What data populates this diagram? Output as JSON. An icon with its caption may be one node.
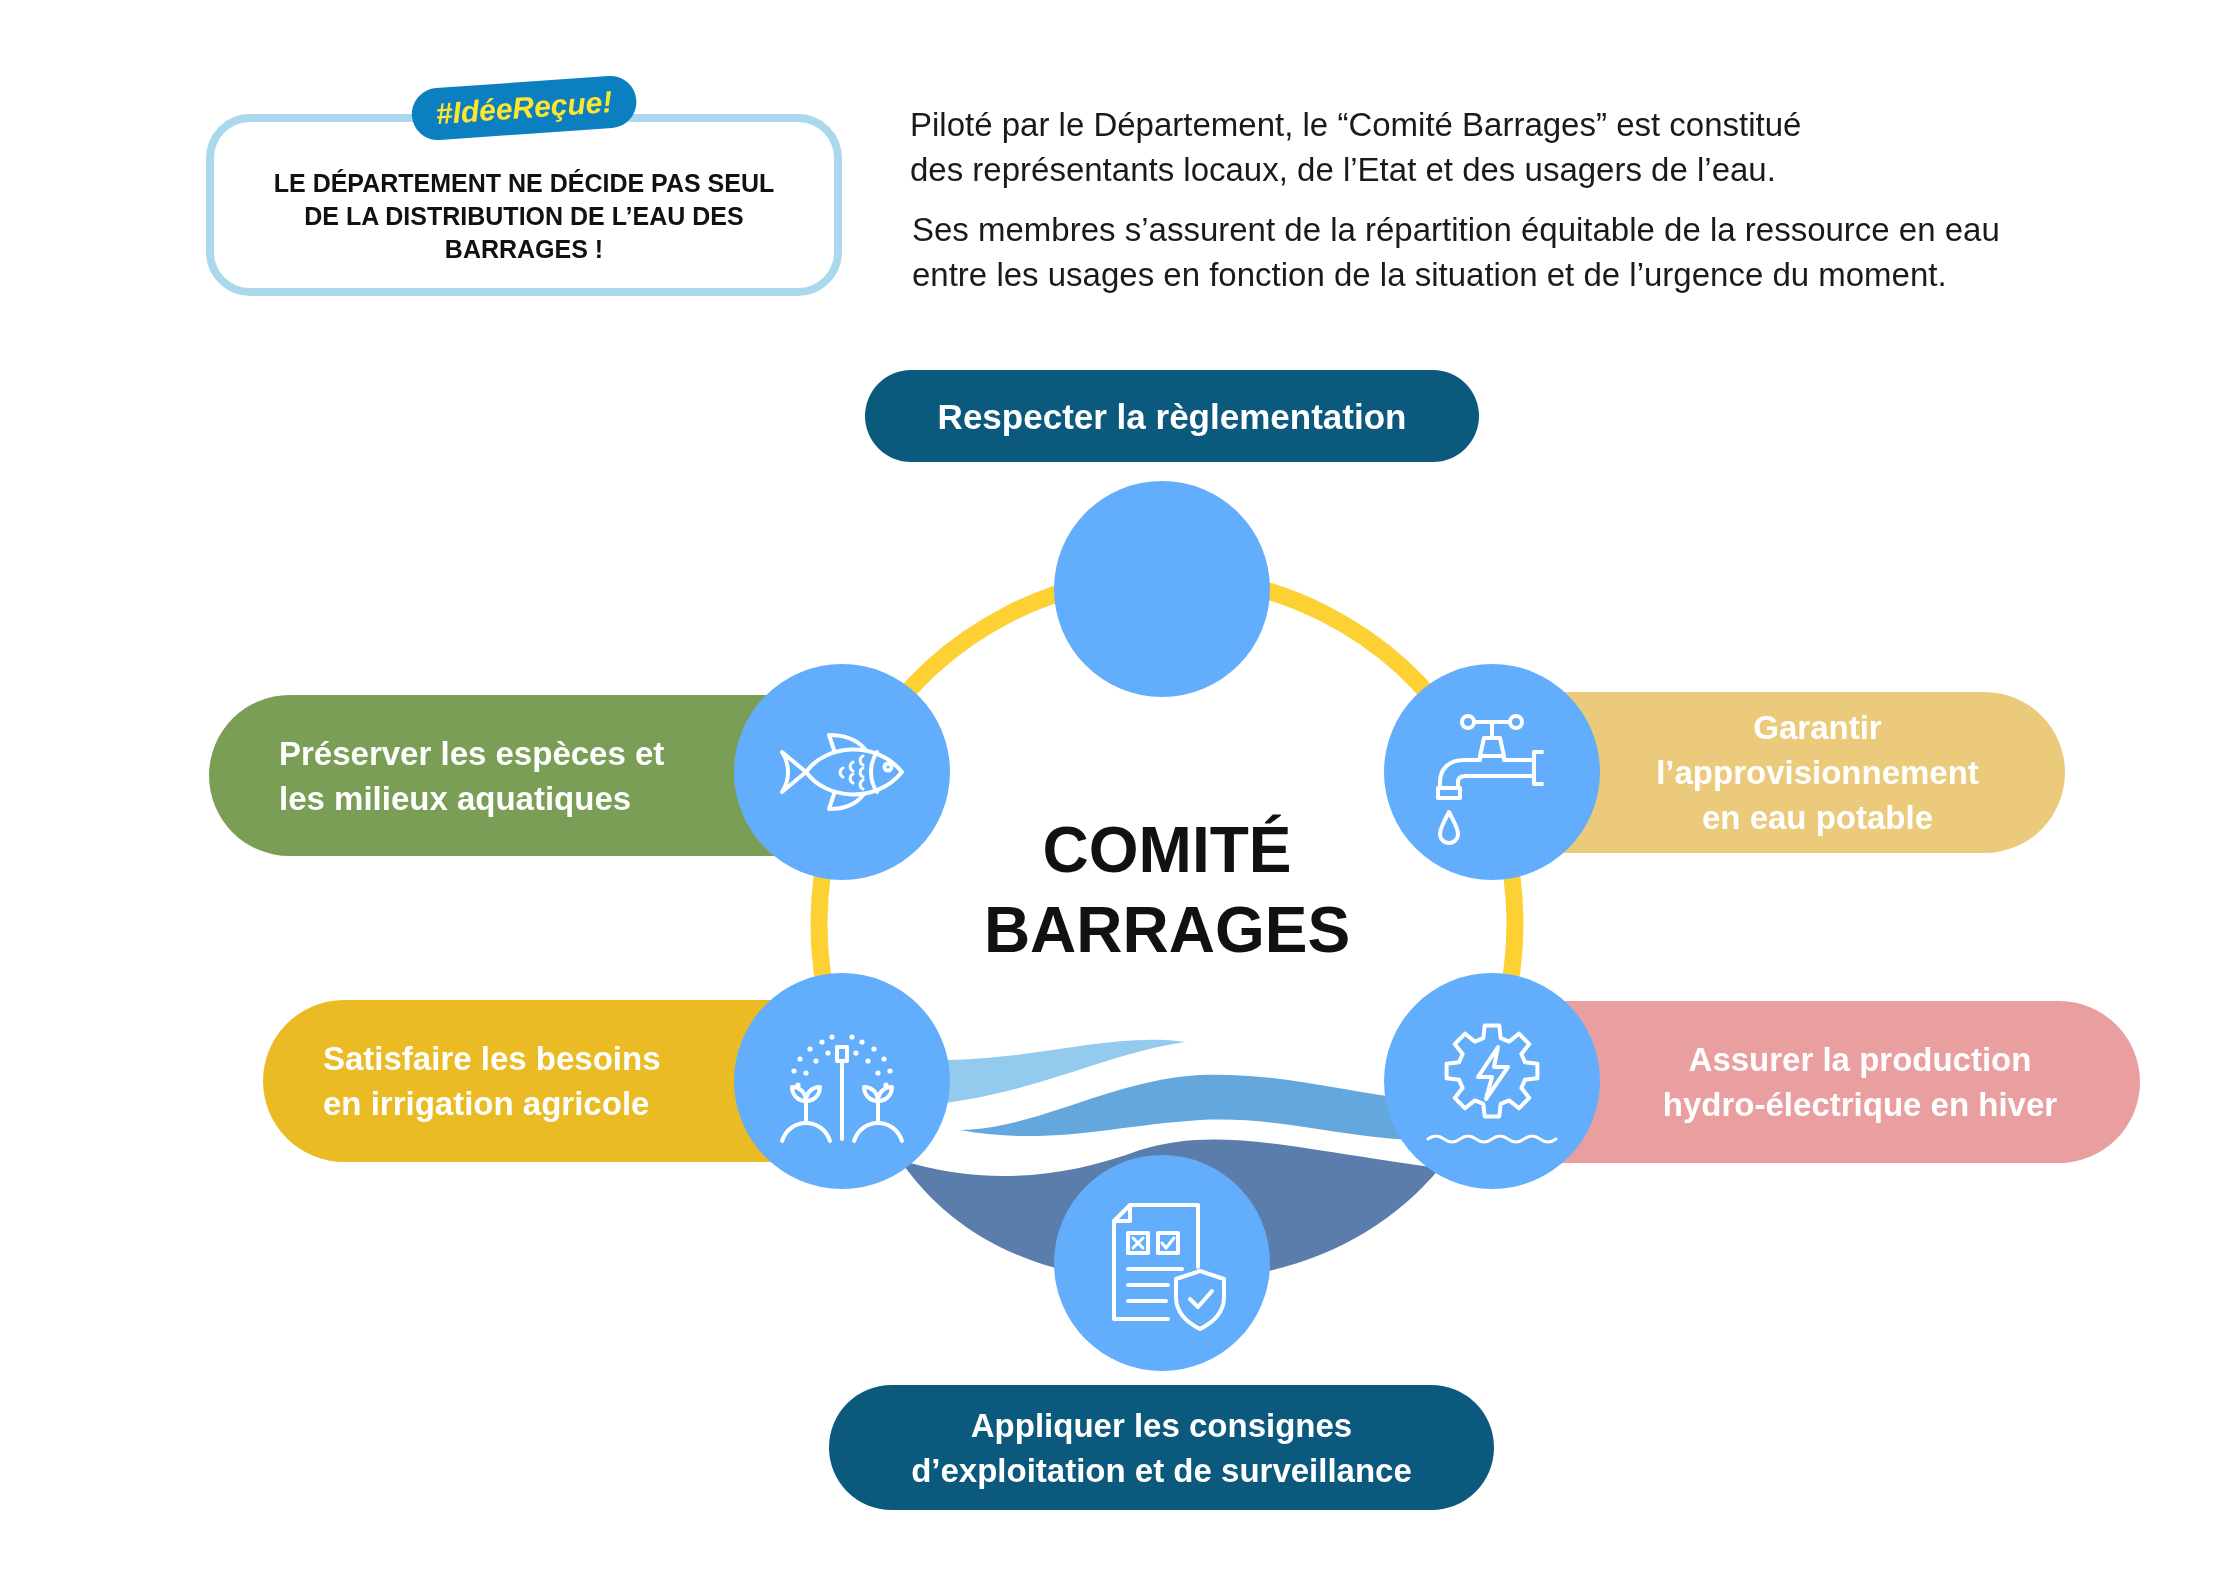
{
  "diagram": {
    "nodes": [
      {
        "text": [
          "#IdéeReçue!",
          "LE DÉPARTEMENT NE DÉCIDE PAS SEUL DE LA DISTRIBUTION DE L’EAU DES BARRAGES !"
        ]
      },
      {
        "text": [
          "Respecter la règlementation"
        ]
      },
      {
        "text": [
          "Préserver les espèces et les milieux aquatiques"
        ]
      },
      {
        "text": [
          "Garantir l’approvisionnement en eau potable"
        ]
      },
      {
        "text": [
          "Satisfaire les besoins en irrigation agricole"
        ]
      },
      {
        "text": [
          "Assurer la production hydro-électrique en hiver"
        ]
      },
      {
        "text": [
          "Appliquer les consignes d’exploitation et de surveillance"
        ]
      }
    ],
    "labels": [
      "Piloté par le Département, le “Comité Barrages” est constitué des représentants locaux, de l’Etat et des usagers de l’eau.",
      "Ses membres s’assurent de la répartition équitable de la ressource en eau entre les usages en fonction de la situation et de l’urgence du moment.",
      "COMITÉ BARRAGES"
    ]
  }
}
